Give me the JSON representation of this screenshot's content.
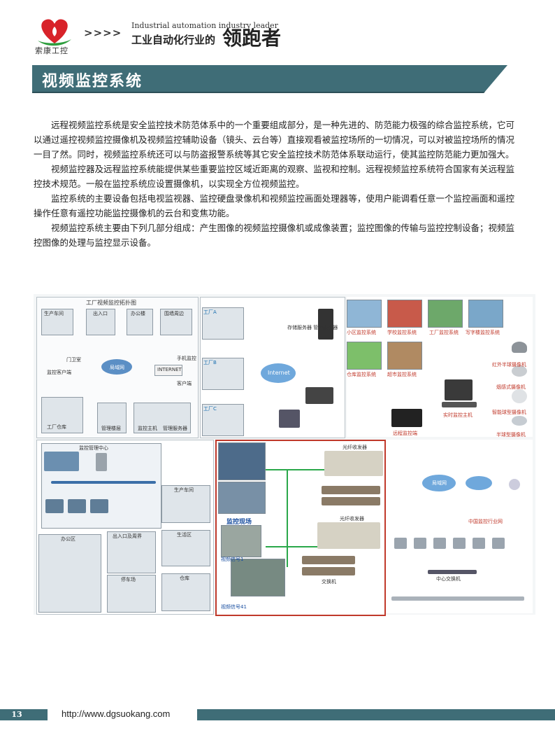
{
  "header": {
    "logo_text": "索康工控",
    "arrows": ">>>>",
    "tagline_en": "Industrial automation industry leader",
    "tagline_cn": "工业自动化行业的",
    "tagline_big": "领跑者"
  },
  "section": {
    "title": "视频监控系统"
  },
  "body": {
    "paragraphs": [
      "远程视频监控系统是安全监控技术防范体系中的一个重要组成部分，是一种先进的、防范能力极强的综合监控系统，它可以通过遥控视频监控摄像机及视频监控辅助设备（镜头、云台等）直接观看被监控场所的一切情况，可以对被监控场所的情况一目了然。同时，视频监控系统还可以与防盗报警系统等其它安全监控技术防范体系联动运行，使其监控防范能力更加强大。",
      "视频监控器及远程监控系统能提供某些重要监控区域近距离的观察、监视和控制。远程视频监控系统符合国家有关远程监控技术规范。一般在监控系统应设置摄像机，以实现全方位视频监控。",
      "监控系统的主要设备包括电视监视器、监控硬盘录像机和视频监控画面处理器等，使用户能调看任意一个监控画面和遥控操作任意有遥控功能监控摄像机的云台和变焦功能。",
      "视频监控系统主要由下列几部分组成：产生图像的视频监控摄像机或成像装置；监控图像的传输与监控控制设备；视频监控图像的处理与监控显示设备。"
    ]
  },
  "figure": {
    "topology_title": "工厂视频监控拓扑图",
    "site_labels": [
      "生产车间",
      "出入口",
      "办公楼",
      "围墙周边"
    ],
    "hub_label": "局域网",
    "internet_label": "INTERNET",
    "mobile_label": "手机监控",
    "client_label": "客户端",
    "router_label": "门卫室",
    "monitor_client": "监控客户端",
    "warehouse": "工厂仓库",
    "admin": "管理楼层",
    "ctrl_host": "监控主机",
    "storage": "管理服务器",
    "factory_labels": [
      "工厂A",
      "工厂B",
      "工厂C"
    ],
    "internet_cloud": "Internet",
    "server_label": "存储服务器\n管理服务器",
    "remote_label": "远程监控端",
    "realtime_host": "实时监控主机",
    "scene_photos": [
      "小区监控系统",
      "学校监控系统",
      "工厂监控系统",
      "写字楼监控系统",
      "仓库监控系统",
      "超市监控系统"
    ],
    "camera_types": [
      "红外半球摄像机",
      "烟感式摄像机",
      "智能球型摄像机",
      "半球型摄像机"
    ],
    "center_label": "监控管理中心",
    "zone_labels": [
      "办公区",
      "出入口及周界",
      "生产车间",
      "生活区",
      "仓库",
      "停车场"
    ],
    "fiber_label_1": "光纤收发器",
    "fiber_label_2": "光纤收发器",
    "site_label": "监控现场",
    "switch_label": "交换机",
    "signal_1": "视频信号1",
    "signal_41": "视频信号41",
    "network_label": "局域网",
    "china_net": "中国监控行业网",
    "center_switch": "中心交换机"
  },
  "footer": {
    "page_number": "13",
    "url": "http://www.dgsuokang.com"
  },
  "colors": {
    "banner": "#3f6d77",
    "logo_red": "#d8232a",
    "logo_green": "#2e9e3e"
  }
}
